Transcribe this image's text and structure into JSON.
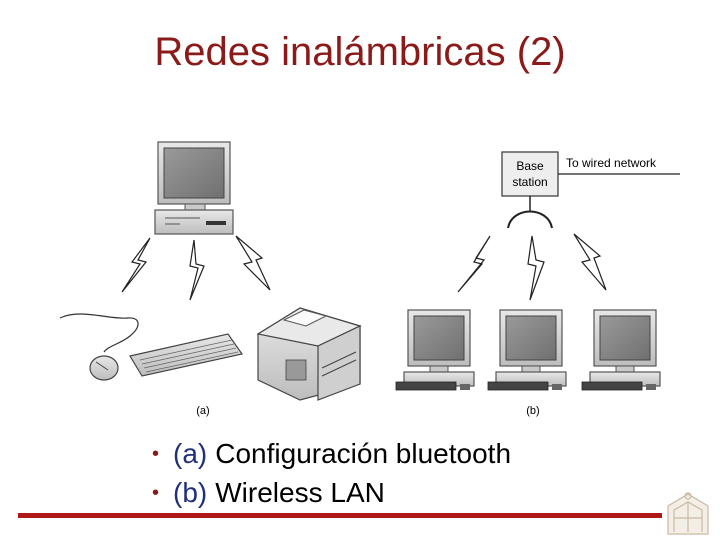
{
  "slide": {
    "title": "Redes inalámbricas (2)"
  },
  "diagram": {
    "base_station_label_line1": "Base",
    "base_station_label_line2": "station",
    "wired_network_label": "To wired network",
    "caption_a": "(a)",
    "caption_b": "(b)"
  },
  "bullets": [
    {
      "tag": "(a)",
      "text": "Configuración bluetooth"
    },
    {
      "tag": "(b)",
      "text": "Wireless LAN"
    }
  ],
  "colors": {
    "title": "#8b1a1a",
    "accent_rule": "#b01818",
    "bullet_tag": "#1f2f7a"
  }
}
